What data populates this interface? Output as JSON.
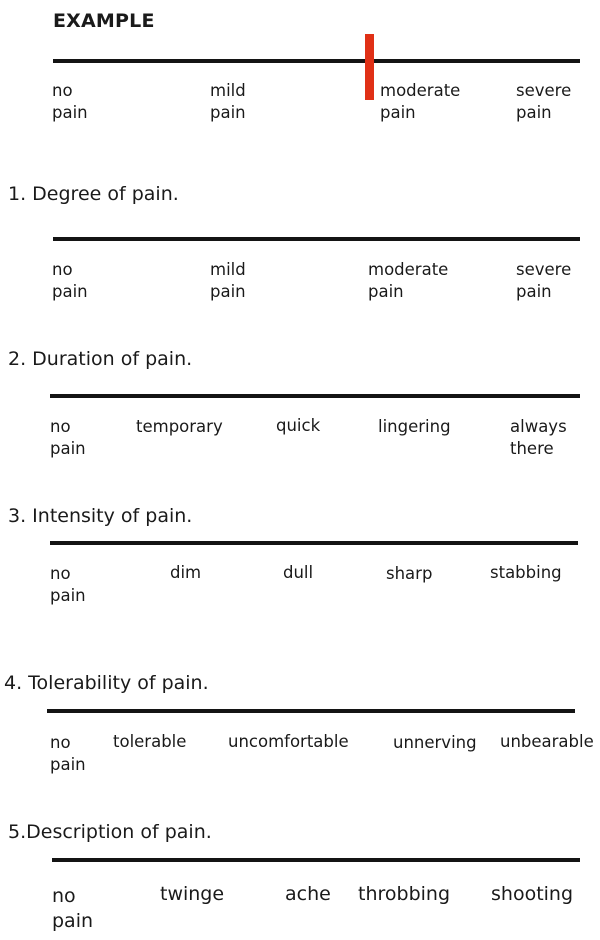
{
  "example": {
    "title": "EXAMPLE",
    "marker_color": "#e03016",
    "anchors": [
      "no\npain",
      "mild\npain",
      "moderate\npain",
      "severe\npain"
    ]
  },
  "items": [
    {
      "label": "1. Degree of pain.",
      "anchors": [
        "no\npain",
        "mild\npain",
        "moderate\npain",
        "severe\npain"
      ]
    },
    {
      "label": "2. Duration of pain.",
      "anchors": [
        "no\npain",
        "temporary",
        "quick",
        "lingering",
        "always\nthere"
      ]
    },
    {
      "label": "3. Intensity of pain.",
      "anchors": [
        "no\npain",
        "dim",
        "dull",
        "sharp",
        "stabbing"
      ]
    },
    {
      "label": "4. Tolerability of pain.",
      "anchors": [
        "no\npain",
        "tolerable",
        "uncomfortable",
        "unnerving",
        "unbearable"
      ]
    },
    {
      "label": "5.Description of pain.",
      "anchors": [
        "no\npain",
        "twinge",
        "ache",
        "throbbing",
        "shooting"
      ]
    }
  ]
}
